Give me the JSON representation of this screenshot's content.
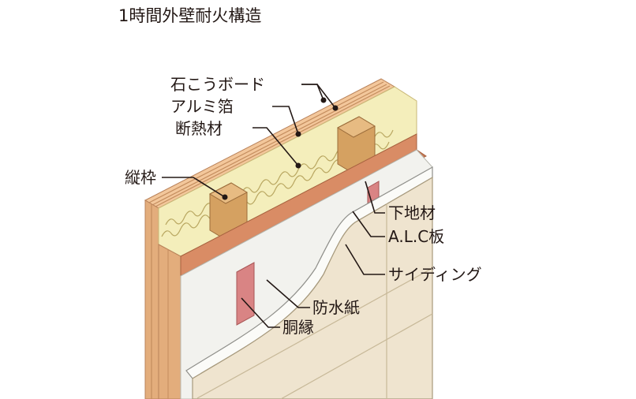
{
  "title": "1時間外壁耐火構造",
  "labels": {
    "gypsum_board": "石こうボード",
    "aluminum_foil": "アルミ箔",
    "insulation": "断熱材",
    "stud": "縦枠",
    "base_material": "下地材",
    "alc_panel": "A.L.C板",
    "siding": "サイディング",
    "waterproof_paper": "防水紙",
    "furring_strip": "胴縁"
  },
  "colors": {
    "wood": "#e3ad7c",
    "wood_light": "#f3c79b",
    "wood_dark": "#b9825a",
    "insulation": "#f4eebb",
    "stud": "#d5a161",
    "base_material": "#d98c65",
    "alc_panel": "#f2f2ee",
    "siding": "#efe4cf",
    "siding_edge": "#d6c9ad",
    "furring": "#d98484",
    "line": "#231815"
  }
}
